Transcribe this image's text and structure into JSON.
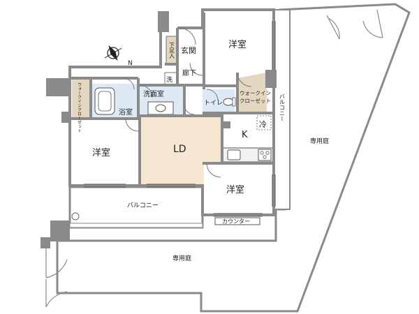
{
  "floor_plan": {
    "rooms": {
      "western_room_top": "洋室",
      "entrance": "玄関",
      "shoe_closet": "下足入",
      "washer": "洗",
      "hallway": "廊下",
      "walk_in_closet_right": "ウォークインクローゼット",
      "walk_in_closet_left": "ウォークインクローゼット",
      "washroom": "洗面室",
      "bathroom": "浴室",
      "toilet": "トイレ",
      "kitchen": "K",
      "refrigerator": "冷",
      "living_dining": "LD",
      "western_room_left": "洋室",
      "western_room_bottom": "洋室",
      "counter": "カウンター"
    },
    "balcony_right": "バルコニー",
    "balcony_bottom": "バルコニー",
    "garden_right": "専用庭",
    "garden_bottom": "専用庭",
    "compass_north": "N"
  },
  "colors": {
    "wall": "#8a8a8a",
    "wood_floor": "#f6e7d2",
    "room_floor": "#ffffff",
    "closet_floor": "#e3d7c0",
    "wet_floor": "#ddeaf5",
    "outdoor": "#ffffff"
  }
}
